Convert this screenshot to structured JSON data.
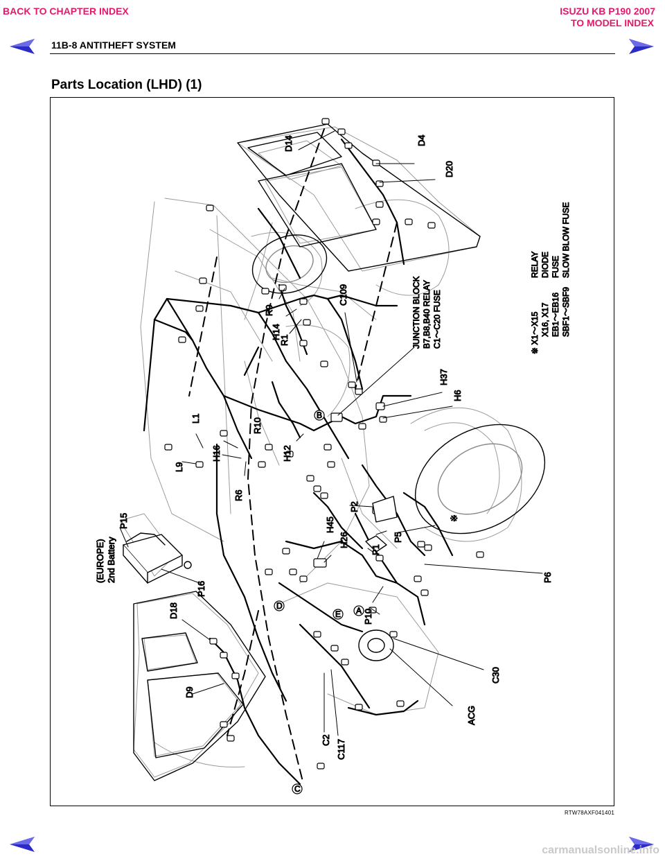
{
  "nav": {
    "back_to_chapter": "BACK TO CHAPTER INDEX",
    "model_title": "ISUZU KB P190 2007",
    "to_model_index": "TO MODEL INDEX"
  },
  "colors": {
    "link": "#e3196b",
    "arrow": "#2b2bc8"
  },
  "icons": [
    "arrow-left-icon",
    "arrow-right-icon"
  ],
  "header": {
    "section": "11B-8 ANTITHEFT SYSTEM"
  },
  "title": "Parts Location (LHD) (1)",
  "figure": {
    "code": "RTW78AXF041401",
    "connectors": {
      "d14": "D14",
      "d4": "D4",
      "d20": "D20",
      "r9": "R9",
      "h14": "H14",
      "r1": "R1",
      "c109": "C109",
      "l1": "L1",
      "r10": "R10",
      "h16": "H16",
      "h12": "H12",
      "l9": "L9",
      "r6": "R6",
      "h37": "H37",
      "h6": "H6",
      "p15": "P15",
      "p2": "P2",
      "h45": "H45",
      "h26": "H26",
      "p5": "P5",
      "p1": "P1",
      "p16": "P16",
      "p6": "P6",
      "d18": "D18",
      "p10": "P10",
      "d9": "D9",
      "c30": "C30",
      "acg": "ACG",
      "c2": "C2",
      "c117": "C117"
    },
    "battery": {
      "line1": "(EUROPE)",
      "line2": "2nd Battery"
    },
    "junction_block": {
      "line1": "JUNCTION BLOCK",
      "line2": "B7,B8,B40 RELAY",
      "line3": "C1～C20 FUSE"
    },
    "asterisk": "※",
    "legend": {
      "row1_code": "※ X1～X15",
      "row1_desc": "RELAY",
      "row2_code": "X16, X17",
      "row2_desc": "DIODE",
      "row3_code": "EB1～EB16",
      "row3_desc": "FUSE",
      "row4_code": "SBF1～SBF9",
      "row4_desc": "SLOW BLOW FUSE"
    },
    "markers": {
      "a": "A",
      "b": "B",
      "c": "C",
      "d": "D",
      "e": "E"
    }
  },
  "watermark": "carmanualsonline.info"
}
